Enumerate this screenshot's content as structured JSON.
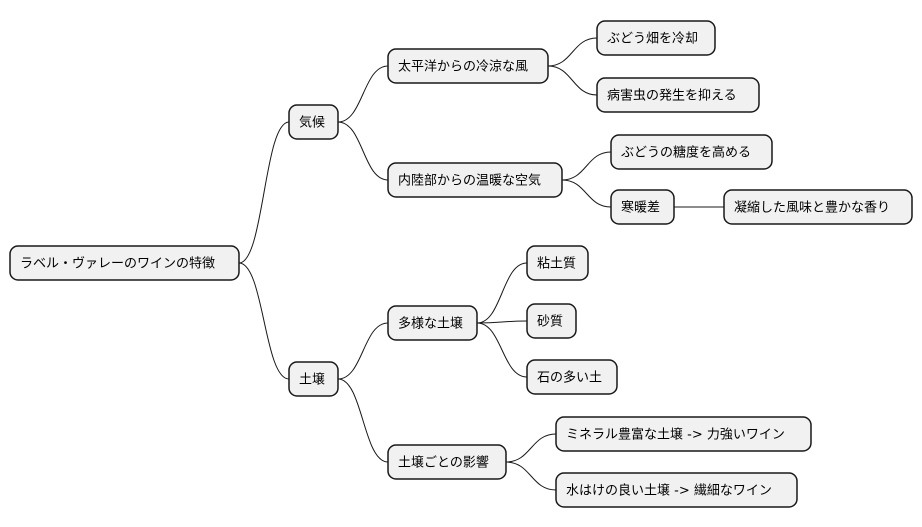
{
  "diagram": {
    "root": "ラベル・ヴァレーのワインの特徴",
    "climate": {
      "label": "気候",
      "pacific": {
        "label": "太平洋からの冷涼な風",
        "cool_vines": "ぶどう畑を冷却",
        "pests": "病害虫の発生を抑える"
      },
      "inland": {
        "label": "内陸部からの温暖な空気",
        "sugar": "ぶどうの糖度を高める",
        "diurnal": {
          "label": "寒暖差",
          "result": "凝縮した風味と豊かな香り"
        }
      }
    },
    "soil": {
      "label": "土壌",
      "diverse": {
        "label": "多様な土壌",
        "clay": "粘土質",
        "sand": "砂質",
        "stony": "石の多い土"
      },
      "effects": {
        "label": "土壌ごとの影響",
        "mineral": "ミネラル豊富な土壌 -> 力強いワイン",
        "drained": "水はけの良い土壌 -> 繊細なワイン"
      }
    }
  },
  "colors": {
    "node_fill": "#f1f1f1",
    "node_stroke": "#181818",
    "line": "#181818",
    "background": "#ffffff"
  }
}
